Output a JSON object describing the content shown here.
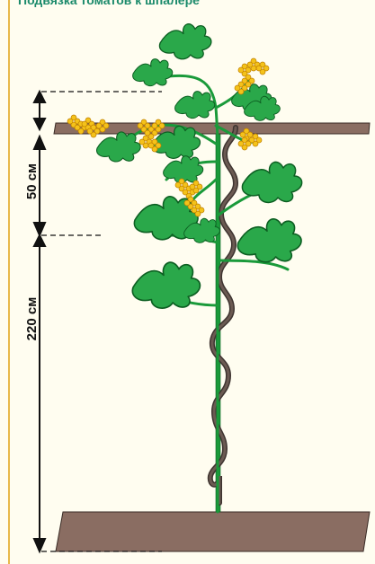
{
  "header": {
    "text": "Подвязка томатов к шпалере"
  },
  "dimensions": {
    "upper_gap": "50 см",
    "trellis_height": "220 см"
  },
  "colors": {
    "soil": "#8a6d62",
    "stem": "#1a9a3a",
    "leaf": "#2aa84a",
    "leaf_vein": "#0d5f22",
    "flower": "#f4c21a",
    "twine": "#6b5a52",
    "page_border": "#e8b94a",
    "header": "#1b8a6b"
  }
}
